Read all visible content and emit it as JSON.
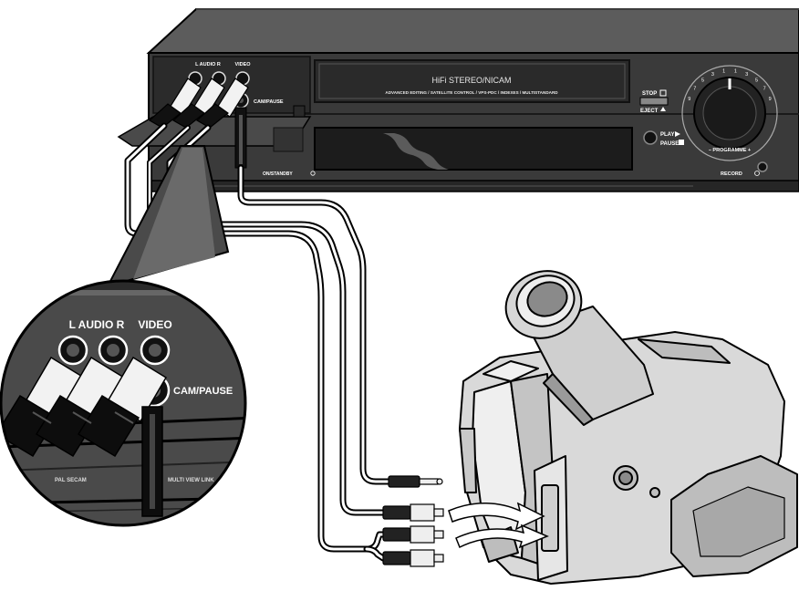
{
  "vcr": {
    "display_title": "HiFi STEREO/NICAM",
    "display_subtitle": "ADVANCED EDITING / SATELLITE CONTROL / VPS-PDC / INDEXES / MULTISTANDARD",
    "stop_label": "STOP",
    "eject_label": "EJECT",
    "play_label": "PLAY",
    "pause_label": "PAUSE",
    "programme_label": "– PROGRAMME +",
    "record_label": "RECORD",
    "standby_label": "ON/STANDBY",
    "audio_label": "L AUDIO R",
    "video_label": "VIDEO",
    "campause_label": "CAM/PAUSE",
    "dial_numbers": [
      "9",
      "7",
      "5",
      "3",
      "1",
      "1",
      "3",
      "5",
      "7",
      "9"
    ]
  },
  "zoom": {
    "audio_label": "L AUDIO R",
    "video_label": "VIDEO",
    "campause_label": "CAM/PAUSE",
    "pal_label": "PAL SECAM",
    "multilink_label": "MULTI VIEW LINK"
  },
  "colors": {
    "vcr_body": "#3a3a3a",
    "vcr_top": "#5c5c5c",
    "panel_dark": "#1e1e1e",
    "line": "#000000",
    "camera_body": "#d9d9d9",
    "camera_shadow": "#9a9a9a"
  }
}
